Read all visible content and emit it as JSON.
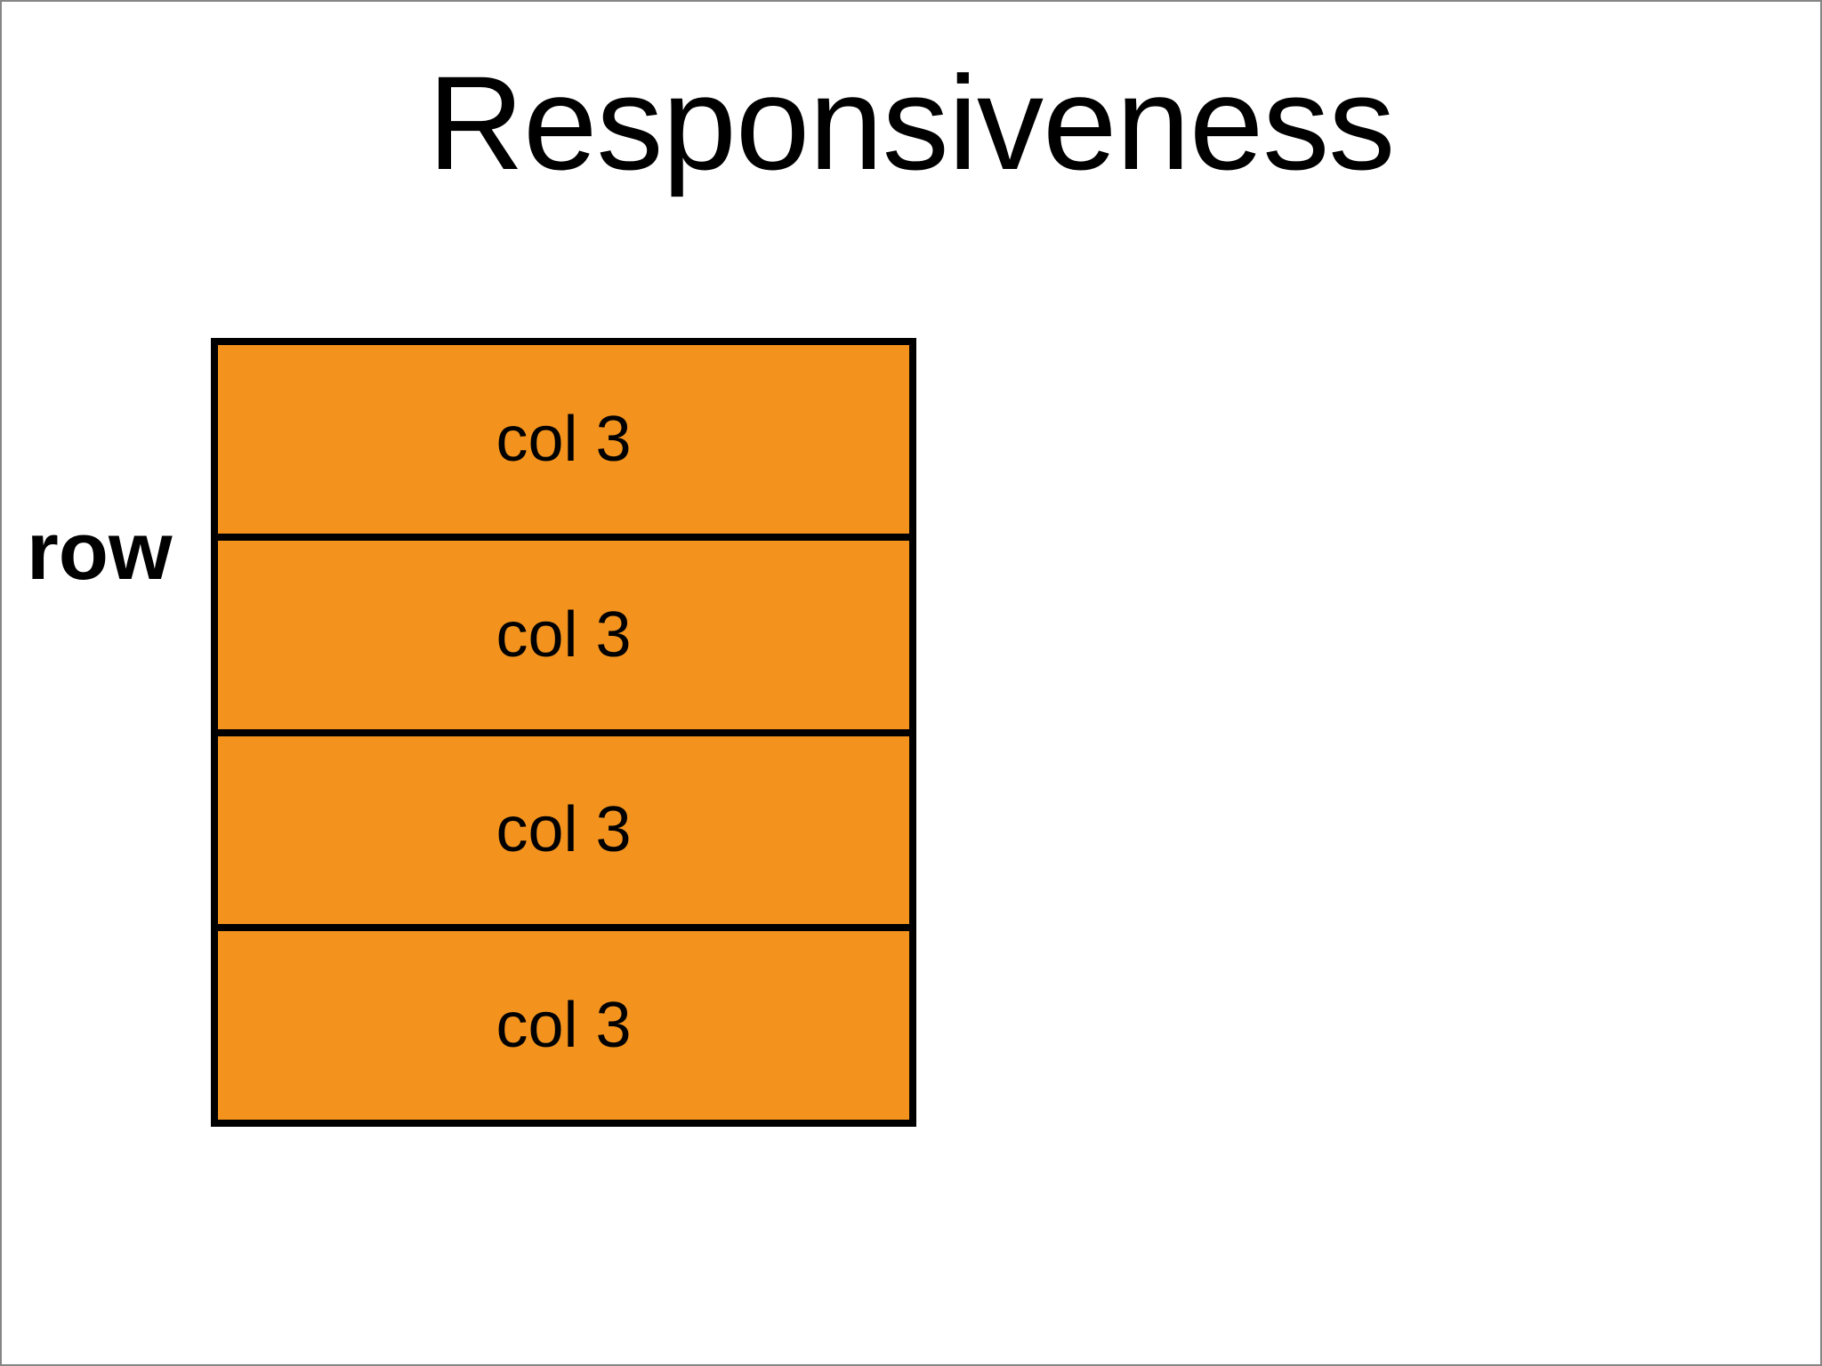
{
  "slide": {
    "title": "Responsiveness",
    "row_label": "row",
    "grid": {
      "columns": [
        {
          "label": "col 3"
        },
        {
          "label": "col 3"
        },
        {
          "label": "col 3"
        },
        {
          "label": "col 3"
        }
      ]
    },
    "colors": {
      "background": "#ffffff",
      "frame_border": "#868686",
      "border": "#000000",
      "column_fill": "#f3931e",
      "text": "#000000"
    }
  }
}
